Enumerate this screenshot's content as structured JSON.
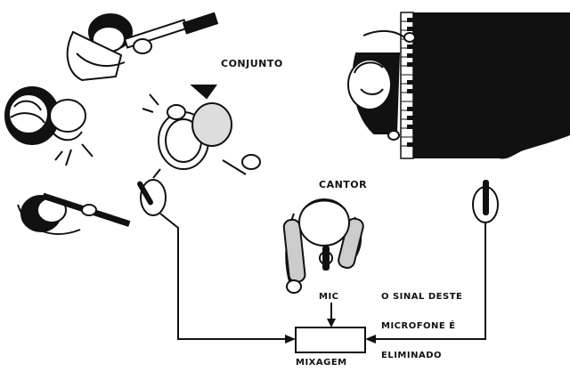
{
  "labels": {
    "group": "CONJUNTO",
    "singer": "CANTOR",
    "mic": "MIC",
    "mixer": "MIXAGEM",
    "note_line1": "O SINAL DESTE",
    "note_line2": "MICROFONE É",
    "note_line3": "ELIMINADO"
  },
  "colors": {
    "ink": "#111111",
    "paper": "#ffffff"
  },
  "icons": [
    "guitarist-icon",
    "tambourine-player-icon",
    "drummer-icon",
    "flutist-icon",
    "pianist-icon",
    "grand-piano-icon",
    "singer-icon",
    "microphone-icon",
    "mixer-icon"
  ]
}
